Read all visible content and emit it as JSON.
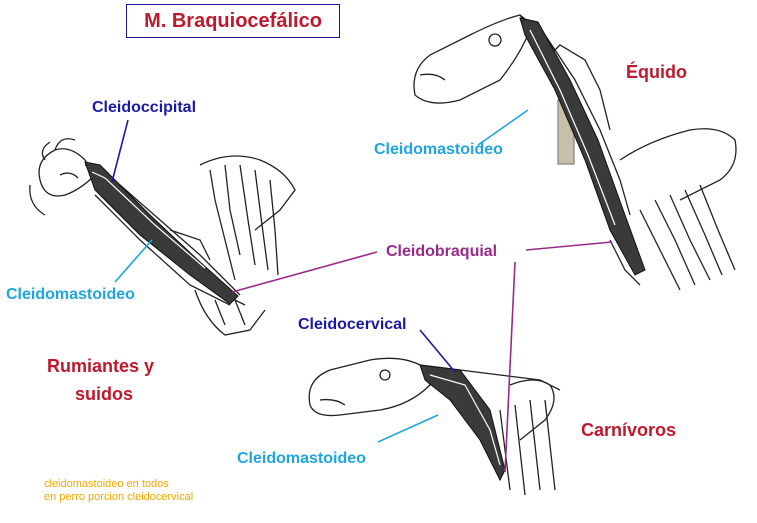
{
  "title": "M. Braquiocefálico",
  "labels": {
    "cleidoccipital": "Cleidoccipital",
    "cleidomastoideo_rum": "Cleidomastoideo",
    "cleidomastoideo_equ": "Cleidomastoideo",
    "cleidobraquial": "Cleidobraquial",
    "cleidocervical": "Cleidocervical",
    "cleidomastoideo_car": "Cleidomastoideo"
  },
  "species": {
    "equido": "Équido",
    "rumiantes_line1": "Rumiantes y",
    "rumiantes_line2": "suidos",
    "carnivoros": "Carnívoros"
  },
  "note": {
    "line1": "cleidomastoideo en todos",
    "line2": "en perro porcion cleidocervical"
  },
  "colors": {
    "title": "#c0182c",
    "blue_label": "#1a1aa8",
    "cyan_label": "#1ea6e0",
    "purple_label": "#9a2a8a",
    "note": "#f0a800"
  }
}
